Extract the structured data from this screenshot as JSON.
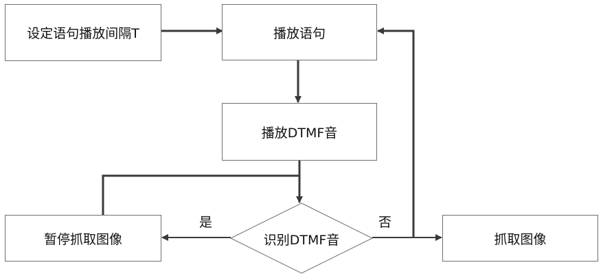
{
  "nodes": {
    "set_interval": "设定语句播放间隔T",
    "play_sentence": "播放语句",
    "play_dtmf": "播放DTMF音",
    "pause_capture": "暂停抓取图像",
    "identify_dtmf": "识别DTMF音",
    "capture_image": "抓取图像"
  },
  "edges": {
    "yes": "是",
    "no": "否"
  }
}
